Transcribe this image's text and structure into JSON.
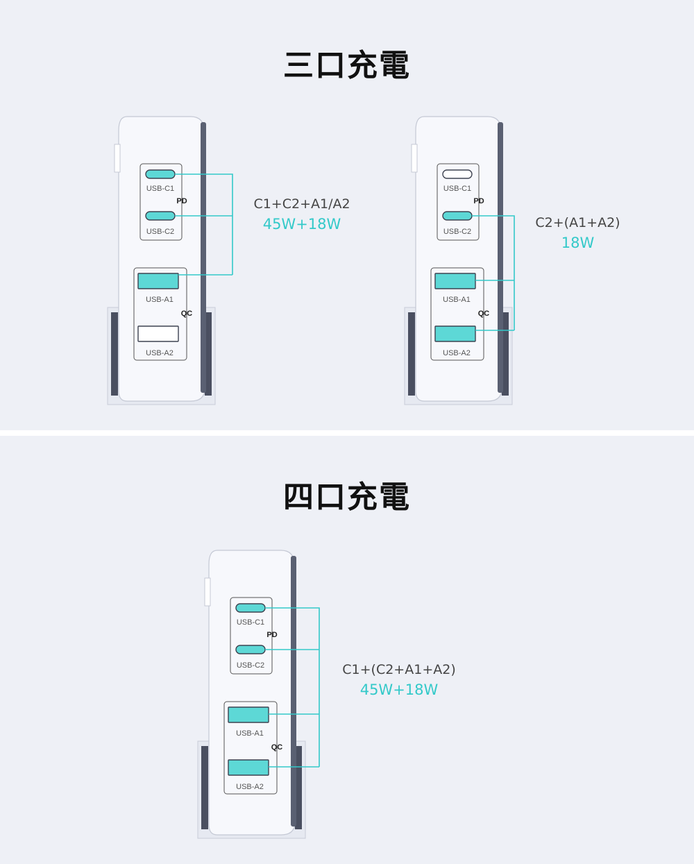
{
  "sections": [
    {
      "title": "三口充電",
      "chargers": [
        {
          "ports": {
            "c1": "USB-C1",
            "c2": "USB-C2",
            "a1": "USB-A1",
            "a2": "USB-A2"
          },
          "groups": {
            "pd": "PD",
            "qc": "QC"
          },
          "active": {
            "c1": true,
            "c2": true,
            "a1": true,
            "a2": false
          },
          "formula": "C1+C2+A1/A2",
          "watts": "45W+18W"
        },
        {
          "ports": {
            "c1": "USB-C1",
            "c2": "USB-C2",
            "a1": "USB-A1",
            "a2": "USB-A2"
          },
          "groups": {
            "pd": "PD",
            "qc": "QC"
          },
          "active": {
            "c1": false,
            "c2": true,
            "a1": true,
            "a2": true
          },
          "formula": "C2+(A1+A2)",
          "watts": "18W"
        }
      ]
    },
    {
      "title": "四口充電",
      "chargers": [
        {
          "ports": {
            "c1": "USB-C1",
            "c2": "USB-C2",
            "a1": "USB-A1",
            "a2": "USB-A2"
          },
          "groups": {
            "pd": "PD",
            "qc": "QC"
          },
          "active": {
            "c1": true,
            "c2": true,
            "a1": true,
            "a2": true
          },
          "formula": "C1+(C2+A1+A2)",
          "watts": "45W+18W"
        }
      ]
    }
  ],
  "colors": {
    "accent": "#33c9c9",
    "port_active": "#5dd8d6",
    "port_inactive": "#ffffff",
    "panel_background": "#eef0f6",
    "device_body": "#f7f8fc"
  }
}
